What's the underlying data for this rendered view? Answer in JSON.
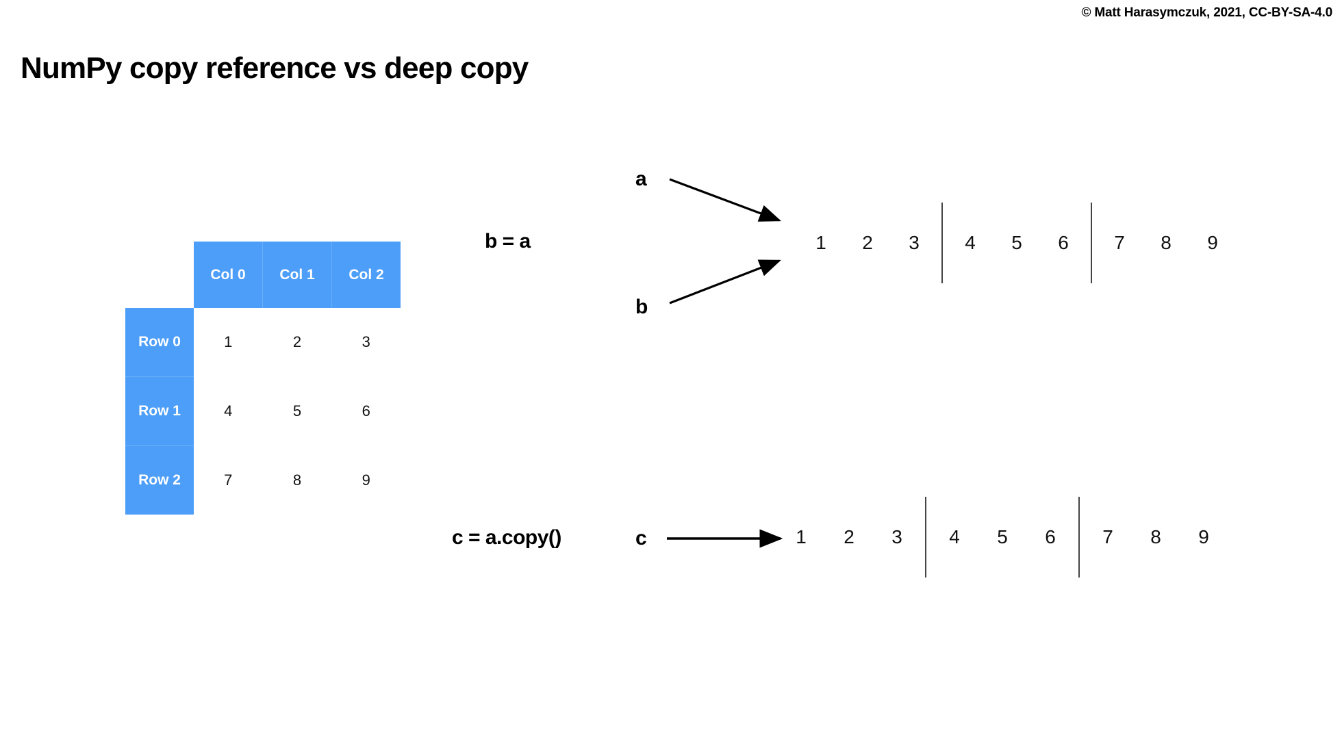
{
  "header": {
    "copyright": "© Matt Harasymczuk, 2021, CC-BY-SA-4.0",
    "title": "NumPy copy reference vs deep copy"
  },
  "colors": {
    "accent_blue": "#4d9ef8",
    "accent_blue_border": "#6aaff9",
    "text": "#000000",
    "background": "#ffffff",
    "separator": "#444444"
  },
  "matrix_table": {
    "corner_label": "",
    "column_headers": [
      "Col 0",
      "Col 1",
      "Col 2"
    ],
    "row_headers": [
      "Row 0",
      "Row 1",
      "Row 2"
    ],
    "rows": [
      [
        "1",
        "2",
        "3"
      ],
      [
        "4",
        "5",
        "6"
      ],
      [
        "7",
        "8",
        "9"
      ]
    ]
  },
  "reference_copy": {
    "assignment_label": "b = a",
    "variables": [
      "a",
      "b"
    ],
    "var_a": "a",
    "var_b": "b",
    "array_values": [
      "1",
      "2",
      "3",
      "4",
      "5",
      "6",
      "7",
      "8",
      "9"
    ],
    "group_breaks": [
      3,
      6
    ]
  },
  "deep_copy": {
    "assignment_label": "c = a.copy()",
    "var_c": "c",
    "array_values": [
      "1",
      "2",
      "3",
      "4",
      "5",
      "6",
      "7",
      "8",
      "9"
    ],
    "group_breaks": [
      3,
      6
    ]
  }
}
